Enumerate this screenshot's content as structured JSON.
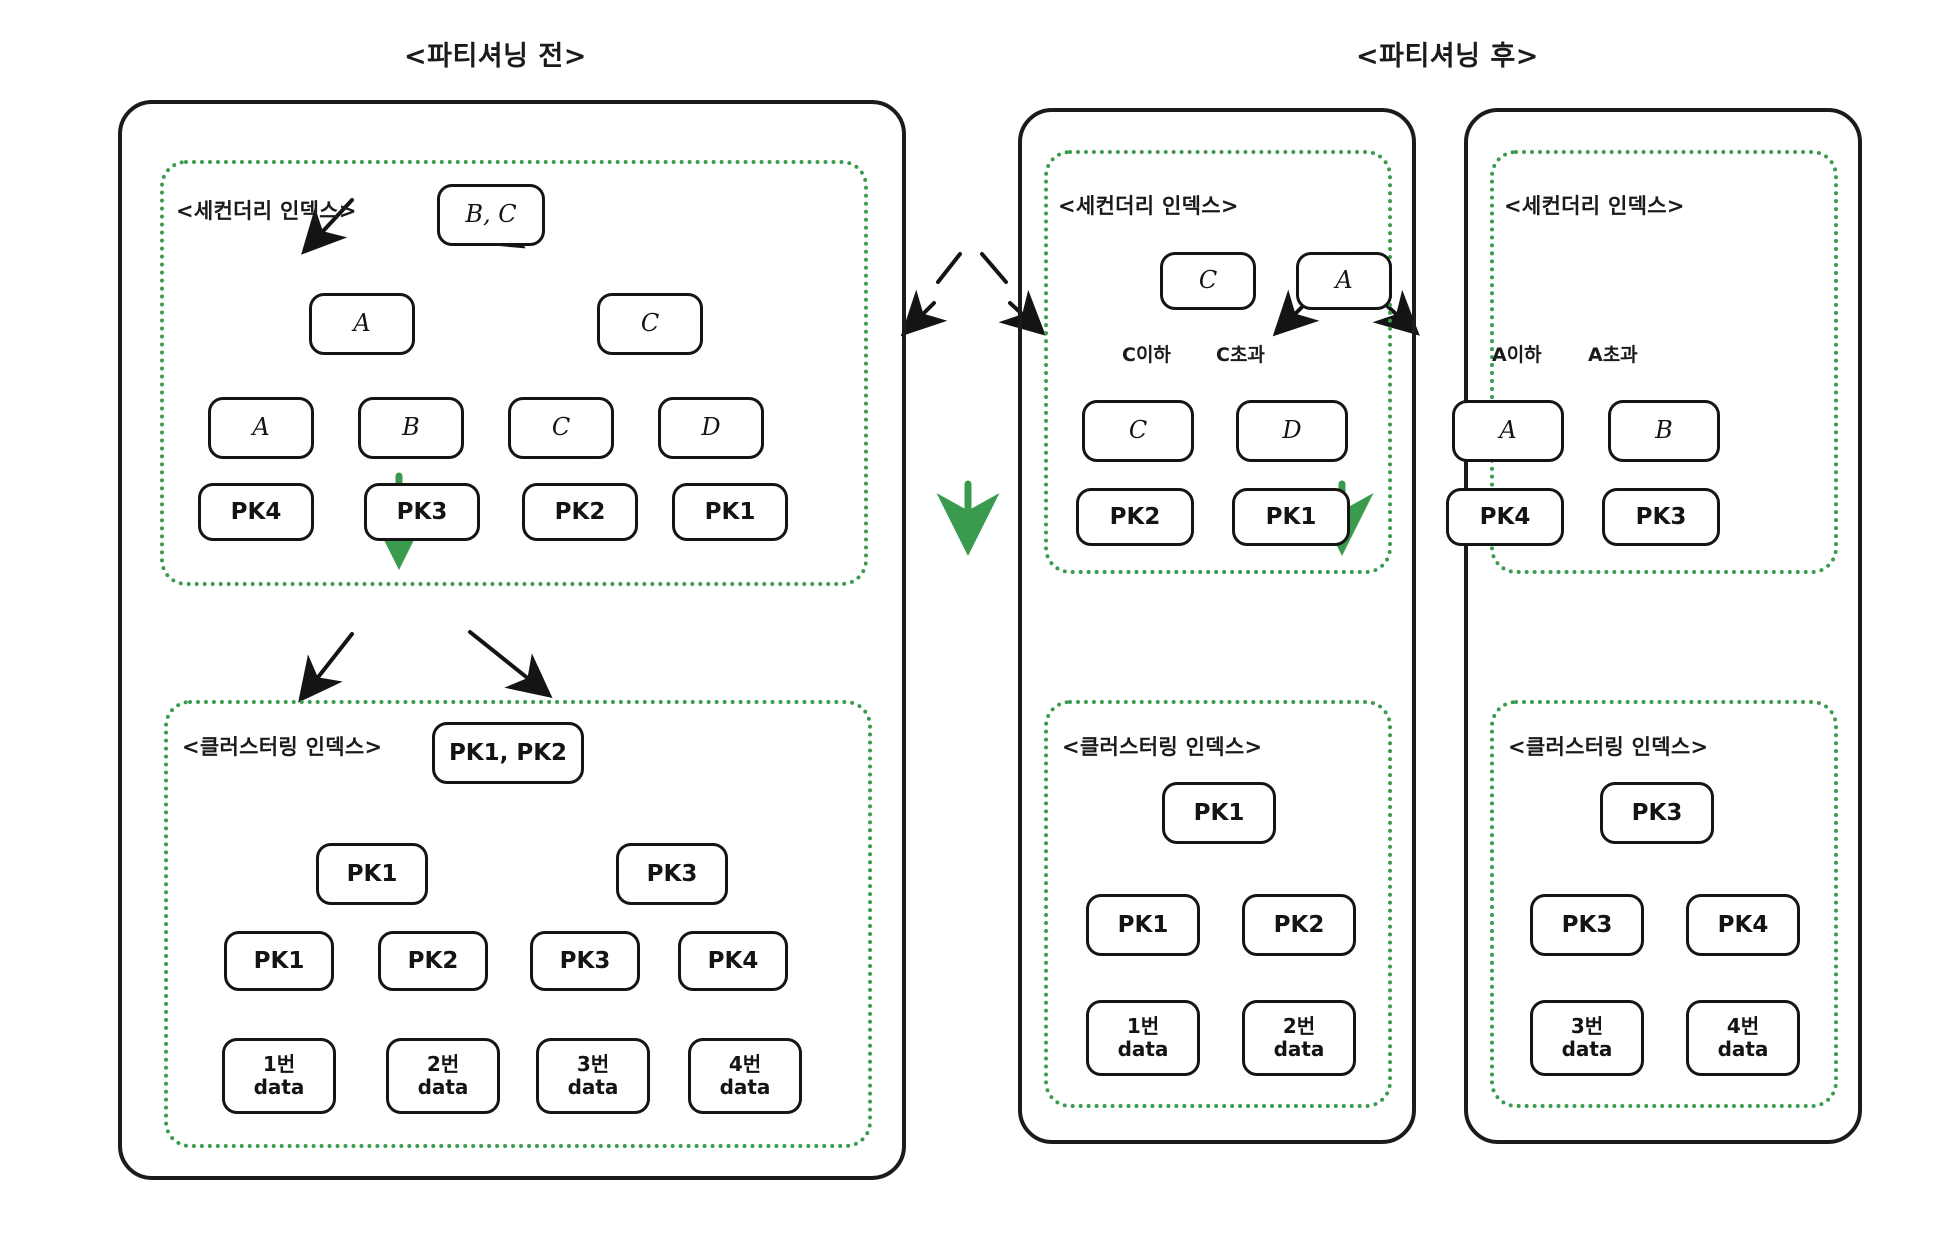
{
  "colors": {
    "ink": "#141414",
    "group_border": "#3a9b4e",
    "flow_arrow": "#3a9b4e",
    "background": "#ffffff"
  },
  "panels": {
    "before": {
      "title": "<파티셔닝 전>",
      "secondary_index": {
        "label": "<세컨더리 인덱스>",
        "root": "B, C",
        "internal": [
          "A",
          "C"
        ],
        "leaf_keys": [
          "A",
          "B",
          "C",
          "D"
        ],
        "leaf_pks": [
          "PK4",
          "PK3",
          "PK2",
          "PK1"
        ]
      },
      "clustering_index": {
        "label": "<클러스터링 인덱스>",
        "root": "PK1, PK2",
        "internal": [
          "PK1",
          "PK3"
        ],
        "leaf_keys": [
          "PK1",
          "PK2",
          "PK3",
          "PK4"
        ],
        "data_rows": [
          {
            "line1": "1번",
            "line2": "data"
          },
          {
            "line1": "2번",
            "line2": "data"
          },
          {
            "line1": "3번",
            "line2": "data"
          },
          {
            "line1": "4번",
            "line2": "data"
          }
        ]
      }
    },
    "after": {
      "title": "<파티셔닝 후>",
      "partition_1": {
        "secondary_index": {
          "label": "<세컨더리 인덱스>",
          "root": "C",
          "edge_labels": [
            "C이하",
            "C초과"
          ],
          "internal": [
            "C",
            "D"
          ],
          "leaf_pks": [
            "PK2",
            "PK1"
          ]
        },
        "clustering_index": {
          "label": "<클러스터링 인덱스>",
          "root": "PK1",
          "leaf_keys": [
            "PK1",
            "PK2"
          ],
          "data_rows": [
            {
              "line1": "1번",
              "line2": "data"
            },
            {
              "line1": "2번",
              "line2": "data"
            }
          ]
        }
      },
      "partition_2": {
        "secondary_index": {
          "label": "<세컨더리 인덱스>",
          "root": "A",
          "edge_labels": [
            "A이하",
            "A초과"
          ],
          "internal": [
            "A",
            "B"
          ],
          "leaf_pks": [
            "PK4",
            "PK3"
          ]
        },
        "clustering_index": {
          "label": "<클러스터링 인덱스>",
          "root": "PK3",
          "leaf_keys": [
            "PK3",
            "PK4"
          ],
          "data_rows": [
            {
              "line1": "3번",
              "line2": "data"
            },
            {
              "line1": "4번",
              "line2": "data"
            }
          ]
        }
      }
    }
  }
}
